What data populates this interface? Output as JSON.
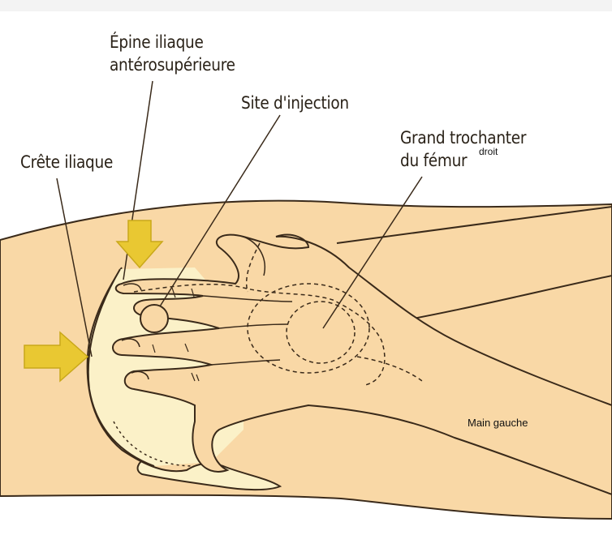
{
  "labels": {
    "epine_line1": "Épine iliaque",
    "epine_line2": "antérosupérieure",
    "site": "Site d'injection",
    "crete": "Crête iliaque",
    "grand_line1": "Grand trochanter",
    "grand_line2": "du fémur",
    "droit": "droit",
    "main": "Main gauche"
  },
  "colors": {
    "skin": "#f9d8a6",
    "bone": "#fbf1c8",
    "outline": "#3a2a1a",
    "arrow": "#e9c832",
    "background": "#ffffff"
  },
  "icons": [
    "arrow-down-icon",
    "arrow-right-icon"
  ]
}
